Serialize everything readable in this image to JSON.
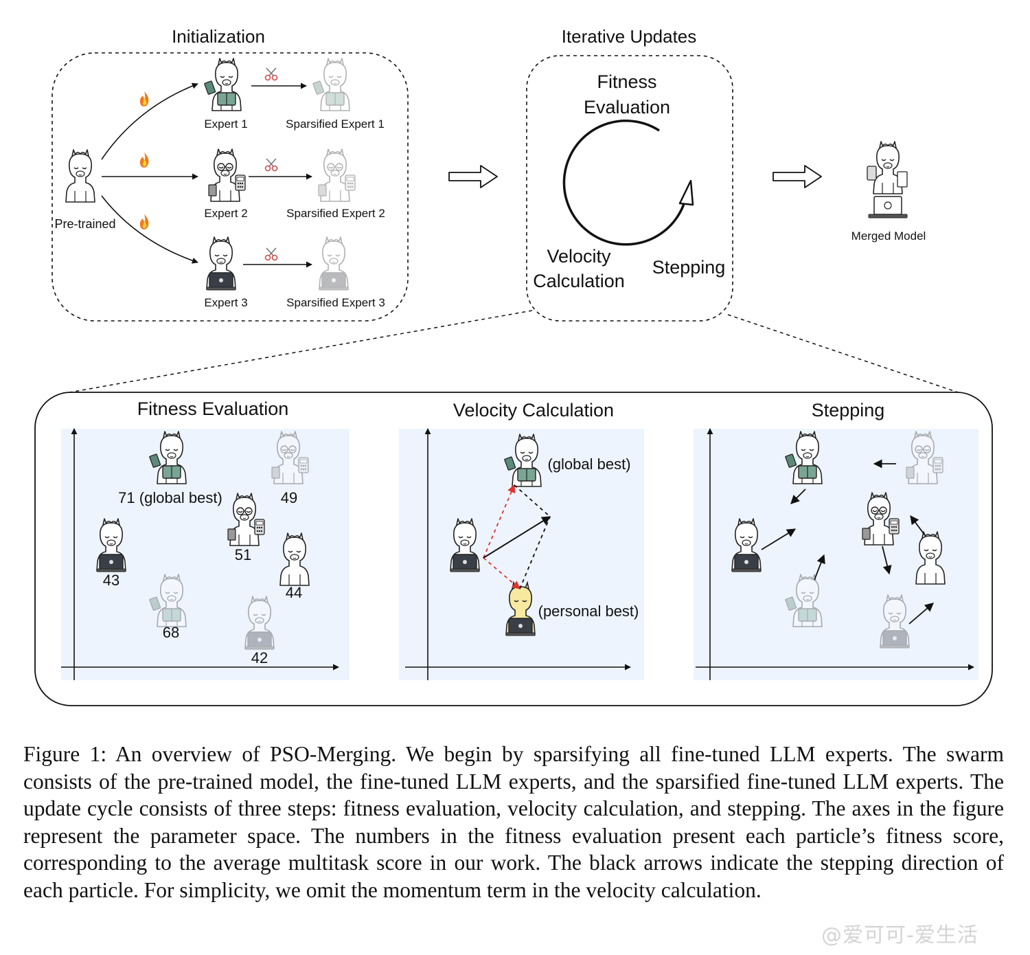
{
  "init": {
    "title": "Initialization",
    "pretrained": "Pre-trained",
    "experts": [
      "Expert 1",
      "Expert 2",
      "Expert 3"
    ],
    "sparsified": [
      "Sparsified Expert 1",
      "Sparsified Expert 2",
      "Sparsified Expert 3"
    ]
  },
  "iter": {
    "title": "Iterative Updates",
    "fitness_l1": "Fitness",
    "fitness_l2": "Evaluation",
    "velocity_l1": "Velocity",
    "velocity_l2": "Calculation",
    "stepping": "Stepping"
  },
  "merged": "Merged Model",
  "panels": {
    "fitness": {
      "title": "Fitness Evaluation",
      "scores": [
        "71 (global best)",
        "49",
        "51",
        "43",
        "44",
        "68",
        "42"
      ]
    },
    "velocity": {
      "title": "Velocity Calculation",
      "global_best": "(global best)",
      "personal_best": "(personal best)"
    },
    "stepping": {
      "title": "Stepping"
    }
  },
  "colors": {
    "panel_bg": "#eef4fd",
    "red_arrow": "#e0342c",
    "personal_best_fill": "#f7e9a0"
  },
  "caption": "Figure 1: An overview of PSO-Merging. We begin by sparsifying all fine-tuned LLM experts. The swarm consists of the pre-trained model, the fine-tuned LLM experts, and the sparsified fine-tuned LLM experts. The update cycle consists of three steps: fitness evaluation, velocity calculation, and stepping. The axes in the figure represent the parameter space. The numbers in the fitness evaluation present each particle’s fitness score, corresponding to the average multitask score in our work. The black arrows indicate the stepping direction of each particle. For simplicity, we omit the momentum term in the velocity calculation.",
  "watermark": "@爱可可-爱生活"
}
